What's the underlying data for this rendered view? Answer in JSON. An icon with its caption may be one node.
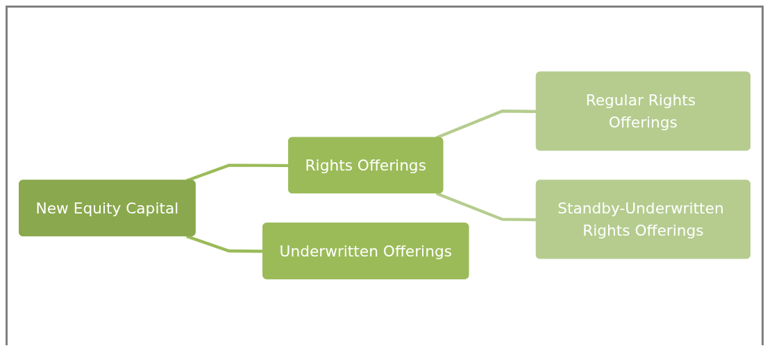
{
  "diagram": {
    "nodes": [
      {
        "text": [
          "New Equity Capital"
        ]
      },
      {
        "text": [
          "Rights Offerings"
        ]
      },
      {
        "text": [
          "Underwritten Offerings"
        ]
      },
      {
        "text": [
          "Regular Rights Offerings"
        ]
      },
      {
        "text": [
          "Standby-Underwritten Rights Offerings"
        ]
      }
    ],
    "edges": [
      {
        "from": 0,
        "to": 1,
        "arrow": "none"
      },
      {
        "from": 0,
        "to": 2,
        "arrow": "none"
      },
      {
        "from": 1,
        "to": 3,
        "arrow": "none"
      },
      {
        "from": 1,
        "to": 4,
        "arrow": "none"
      }
    ]
  }
}
